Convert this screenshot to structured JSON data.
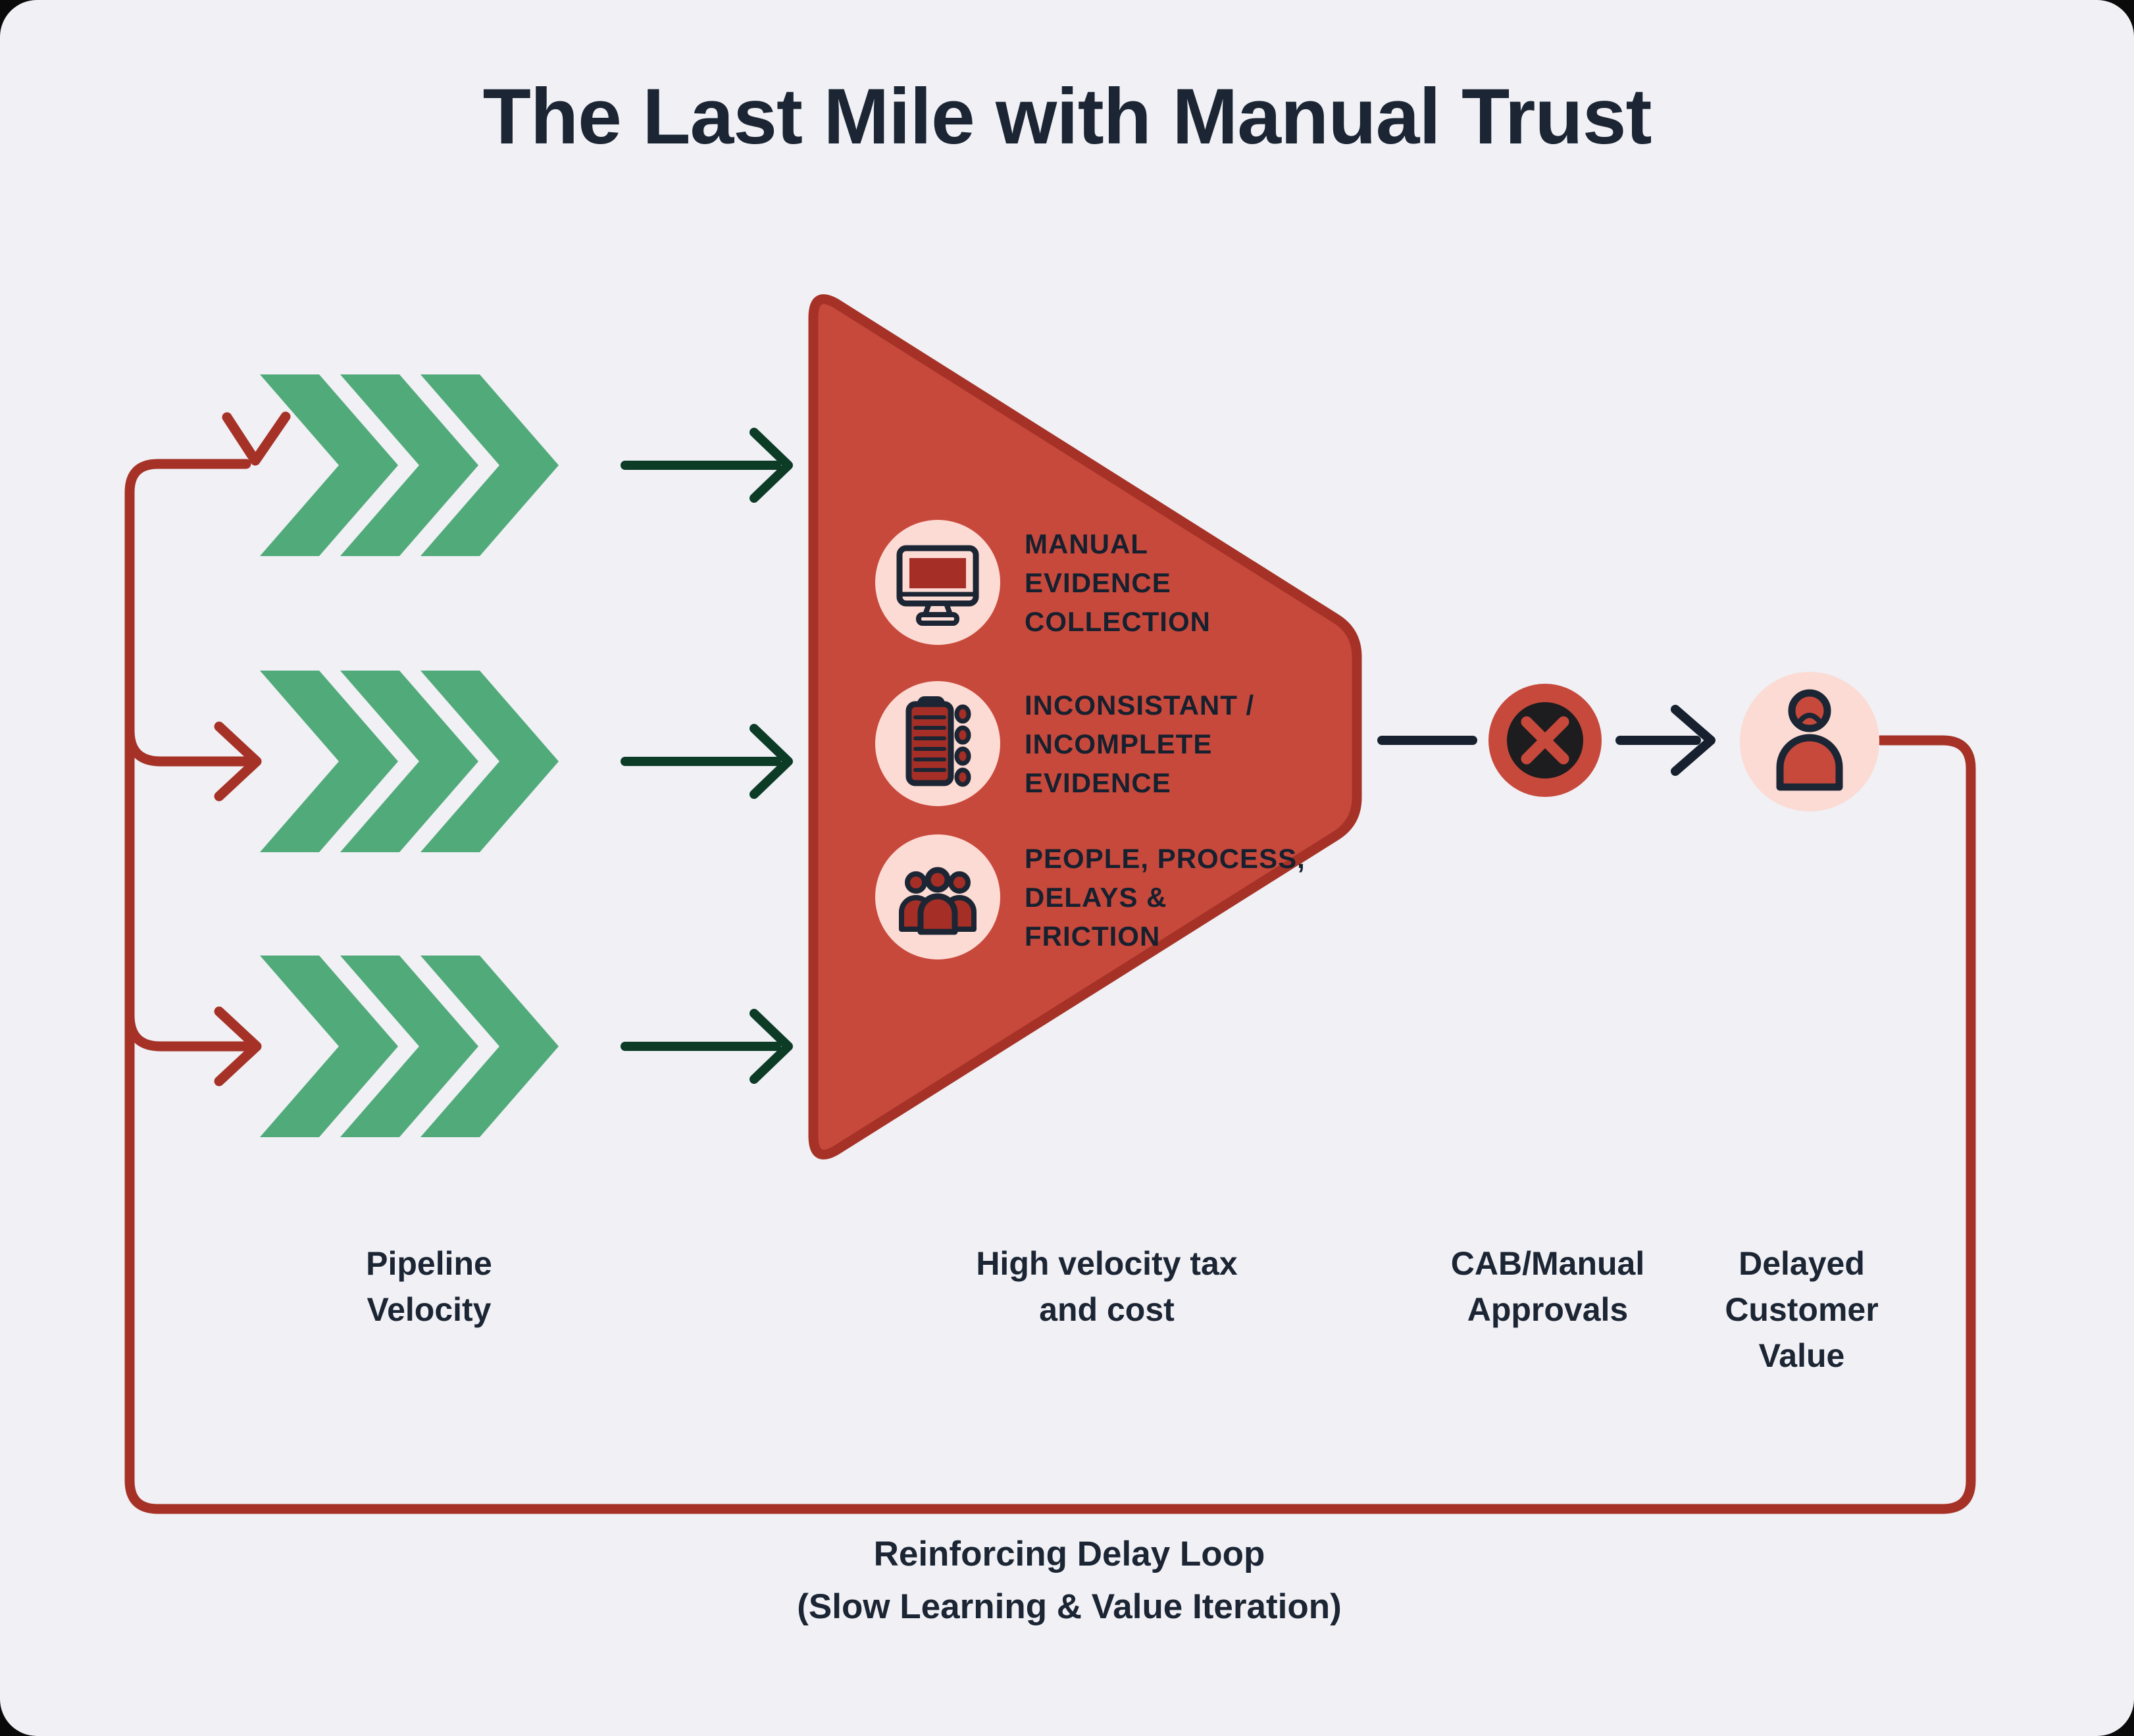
{
  "title": "The Last Mile with Manual Trust",
  "colors": {
    "background": "#f0f0f5",
    "navy_text": "#1b2533",
    "green_chevron": "#50aa79",
    "dark_green_arrow": "#0c3b26",
    "brick_red_loop": "#a63227",
    "funnel_fill": "#c7493c",
    "funnel_border": "#a63227",
    "pink_badge": "#fcdbd4",
    "badge_inner_dark": "#1d1d1f"
  },
  "pipeline": {
    "rows": 3,
    "chevrons_per_row": 3,
    "label_lines": [
      "Pipeline",
      "Velocity"
    ]
  },
  "funnel": {
    "caption_lines": [
      "High velocity tax",
      "and cost"
    ],
    "items": [
      {
        "icon": "monitor-icon",
        "lines": [
          "MANUAL",
          "EVIDENCE",
          "COLLECTION"
        ]
      },
      {
        "icon": "clipboard-icon",
        "lines": [
          "INCONSISTANT /",
          "INCOMPLETE",
          "EVIDENCE"
        ]
      },
      {
        "icon": "people-icon",
        "lines": [
          "PEOPLE, PROCESS,",
          "DELAYS &",
          "FRICTION"
        ]
      }
    ]
  },
  "approval": {
    "icon": "x-circle-icon",
    "label_lines": [
      "CAB/Manual",
      "Approvals"
    ]
  },
  "customer": {
    "icon": "sad-person-icon",
    "label_lines": [
      "Delayed",
      "Customer",
      "Value"
    ]
  },
  "loop": {
    "caption_lines": [
      "Reinforcing Delay Loop",
      "(Slow Learning & Value Iteration)"
    ]
  }
}
